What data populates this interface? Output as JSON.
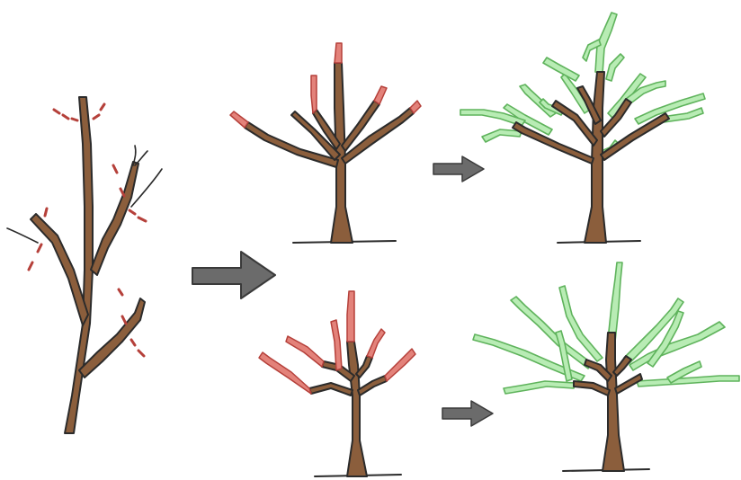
{
  "colors": {
    "background": "#ffffff",
    "bark": "#8b5e3c",
    "outline": "#2b2b2b",
    "cut_mark": "#b5403a",
    "pruned_tip": "#e3827a",
    "new_growth": "#8fd88c",
    "new_growth_outline": "#5fb35c",
    "arrow_fill": "#6b6b6b",
    "arrow_edge": "#3a3a3a"
  },
  "panels": [
    {
      "id": "original-tree",
      "state": "unpruned, cut points marked"
    },
    {
      "id": "light-prune",
      "state": "pruned, tips removed"
    },
    {
      "id": "light-prune-growth",
      "state": "regrowth after pruning"
    },
    {
      "id": "hard-prune",
      "state": "pruned, longer sections removed"
    },
    {
      "id": "hard-prune-growth",
      "state": "regrowth after pruning"
    }
  ],
  "arrows": [
    {
      "id": "main-arrow",
      "icon": "arrow-right-icon"
    },
    {
      "id": "top-arrow",
      "icon": "arrow-right-icon"
    },
    {
      "id": "bottom-arrow",
      "icon": "arrow-right-icon"
    }
  ]
}
